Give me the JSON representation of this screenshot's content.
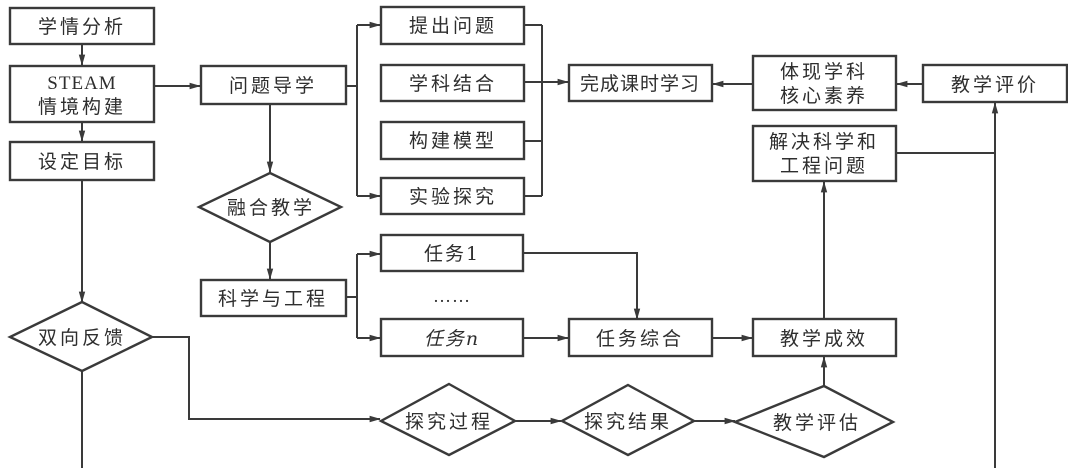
{
  "diagram": {
    "type": "flowchart",
    "nodes": {
      "xueqing": {
        "shape": "rect",
        "lines": [
          "学情分析"
        ]
      },
      "steam": {
        "shape": "rect",
        "lines": [
          "STEAM",
          "情境构建"
        ]
      },
      "sheding": {
        "shape": "rect",
        "lines": [
          "设定目标"
        ]
      },
      "wenti": {
        "shape": "rect",
        "lines": [
          "问题导学"
        ]
      },
      "tichu": {
        "shape": "rect",
        "lines": [
          "提出问题"
        ]
      },
      "xueke": {
        "shape": "rect",
        "lines": [
          "学科结合"
        ]
      },
      "goujian": {
        "shape": "rect",
        "lines": [
          "构建模型"
        ]
      },
      "shiyan": {
        "shape": "rect",
        "lines": [
          "实验探究"
        ]
      },
      "wancheng": {
        "shape": "rect",
        "lines": [
          "完成课时学习"
        ]
      },
      "tixian": {
        "shape": "rect",
        "lines": [
          "体现学科",
          "核心素养"
        ]
      },
      "pingjia": {
        "shape": "rect",
        "lines": [
          "教学评价"
        ]
      },
      "jiejue": {
        "shape": "rect",
        "lines": [
          "解决科学和",
          "工程问题"
        ]
      },
      "ronghe": {
        "shape": "diamond",
        "lines": [
          "融合教学"
        ]
      },
      "kexue": {
        "shape": "rect",
        "lines": [
          "科学与工程"
        ]
      },
      "renwu1": {
        "shape": "rect",
        "lines": [
          "任务1"
        ]
      },
      "ellipsis": {
        "shape": "text",
        "lines": [
          "……"
        ]
      },
      "renwun": {
        "shape": "rect",
        "lines": [
          "任务n"
        ]
      },
      "zonghe": {
        "shape": "rect",
        "lines": [
          "任务综合"
        ]
      },
      "chengxiao": {
        "shape": "rect",
        "lines": [
          "教学成效"
        ]
      },
      "fankui": {
        "shape": "diamond",
        "lines": [
          "双向反馈"
        ]
      },
      "guocheng": {
        "shape": "diamond",
        "lines": [
          "探究过程"
        ]
      },
      "jieguo": {
        "shape": "diamond",
        "lines": [
          "探究结果"
        ]
      },
      "pinggu": {
        "shape": "diamond",
        "lines": [
          "教学评估"
        ]
      }
    },
    "edges": [
      {
        "from": "xueqing",
        "to": "steam"
      },
      {
        "from": "steam",
        "to": "sheding"
      },
      {
        "from": "steam",
        "to": "wenti"
      },
      {
        "from": "sheding",
        "to": "fankui"
      },
      {
        "from": "wenti",
        "to": "tichu"
      },
      {
        "from": "wenti",
        "to": "shiyan"
      },
      {
        "from": "wenti",
        "to": "ronghe"
      },
      {
        "from": "tichu",
        "to": "wancheng"
      },
      {
        "from": "xueke",
        "to": "wancheng"
      },
      {
        "from": "goujian",
        "to": "wancheng"
      },
      {
        "from": "shiyan",
        "to": "wancheng"
      },
      {
        "from": "tixian",
        "to": "wancheng"
      },
      {
        "from": "pingjia",
        "to": "tixian"
      },
      {
        "from": "jiejue",
        "to": "pingjia"
      },
      {
        "from": "ronghe",
        "to": "kexue"
      },
      {
        "from": "kexue",
        "to": "renwu1"
      },
      {
        "from": "kexue",
        "to": "renwun"
      },
      {
        "from": "renwu1",
        "to": "zonghe"
      },
      {
        "from": "renwun",
        "to": "zonghe"
      },
      {
        "from": "zonghe",
        "to": "chengxiao"
      },
      {
        "from": "chengxiao",
        "to": "jiejue"
      },
      {
        "from": "fankui",
        "to": "guocheng"
      },
      {
        "from": "guocheng",
        "to": "jieguo"
      },
      {
        "from": "jieguo",
        "to": "pinggu"
      },
      {
        "from": "pinggu",
        "to": "chengxiao"
      },
      {
        "from": "fankui",
        "to": "pingjia",
        "note": "continues below visible area"
      }
    ]
  }
}
